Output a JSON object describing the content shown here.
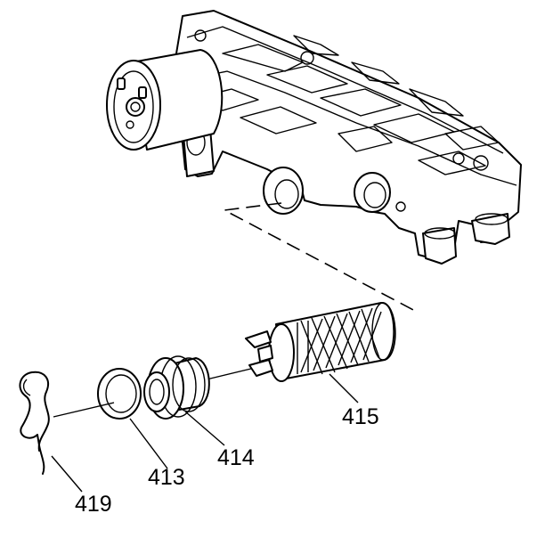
{
  "callouts": {
    "c419": "419",
    "c413": "413",
    "c414": "414",
    "c415": "415"
  }
}
